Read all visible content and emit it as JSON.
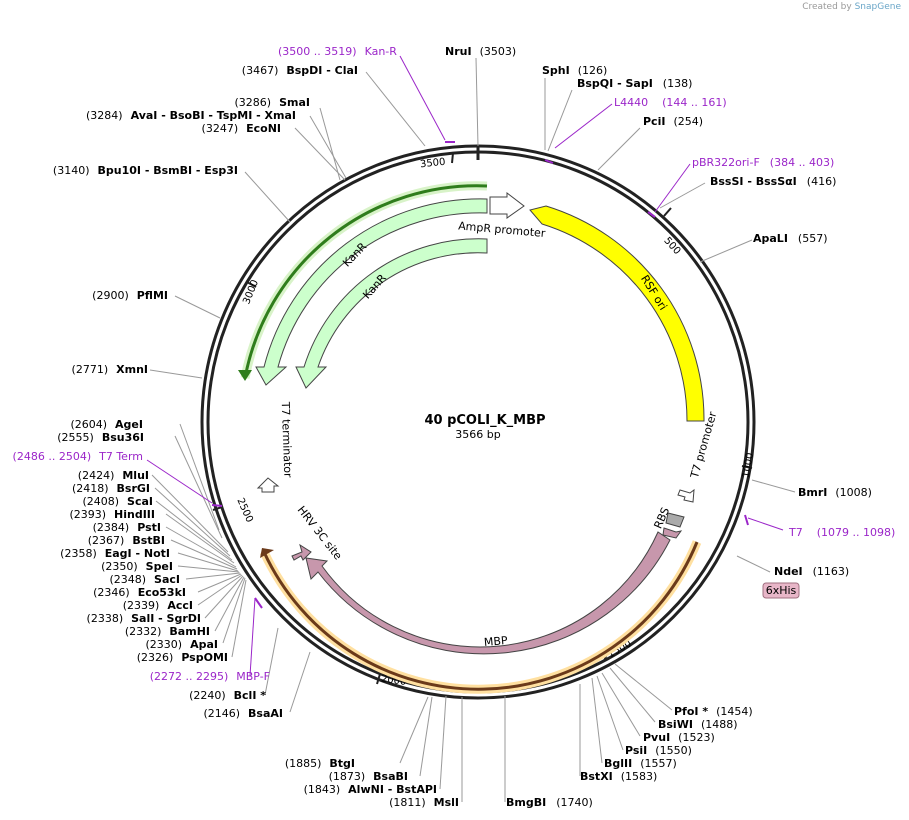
{
  "credit": {
    "prefix": "Created by",
    "brand": "SnapGene"
  },
  "plasmid": {
    "name": "40 pCOLI_K_MBP",
    "size": "3566 bp"
  },
  "ticks": [
    "500",
    "1000",
    "1500",
    "2000",
    "2500",
    "3000",
    "3500"
  ],
  "features": [
    {
      "id": "rsf",
      "label": "RSF ori",
      "color": "#ffff00"
    },
    {
      "id": "ampr",
      "label": "AmpR promoter",
      "color": "#ffffff"
    },
    {
      "id": "kanr1",
      "label": "KanR",
      "color": "#ccffcc"
    },
    {
      "id": "kanr2",
      "label": "KanR",
      "color": "#ccffcc"
    },
    {
      "id": "t7term",
      "label": "T7 terminator",
      "color": "#ffffff"
    },
    {
      "id": "hrv",
      "label": "HRV 3C site",
      "color": "#c797ac"
    },
    {
      "id": "mbp",
      "label": "MBP",
      "color": "#c797ac"
    },
    {
      "id": "t7prom",
      "label": "T7 promoter",
      "color": "#ffffff"
    },
    {
      "id": "rbs",
      "label": "RBS",
      "color": "#aaaaaa"
    },
    {
      "id": "his",
      "label": "6xHis",
      "color": "#c797ac"
    }
  ],
  "sites": [
    {
      "name": "NruI",
      "pos": "(3503)"
    },
    {
      "name": "SphI",
      "pos": "(126)"
    },
    {
      "name": "BspQI - SapI",
      "pos": "(138)"
    },
    {
      "name": "PciI",
      "pos": "(254)"
    },
    {
      "name": "BssSI - BssSαI",
      "pos": "(416)"
    },
    {
      "name": "ApaLI",
      "pos": "(557)"
    },
    {
      "name": "BmrI",
      "pos": "(1008)"
    },
    {
      "name": "NdeI",
      "pos": "(1163)"
    },
    {
      "name": "PfoI *",
      "pos": "(1454)"
    },
    {
      "name": "BsiWI",
      "pos": "(1488)"
    },
    {
      "name": "PvuI",
      "pos": "(1523)"
    },
    {
      "name": "PsiI",
      "pos": "(1550)"
    },
    {
      "name": "BglII",
      "pos": "(1557)"
    },
    {
      "name": "BstXI",
      "pos": "(1583)"
    },
    {
      "name": "BmgBI",
      "pos": "(1740)"
    },
    {
      "name": "MslI",
      "pos": "(1811)"
    },
    {
      "name": "AlwNI - BstAPI",
      "pos": "(1843)"
    },
    {
      "name": "BsaBI",
      "pos": "(1873)"
    },
    {
      "name": "BtgI",
      "pos": "(1885)"
    },
    {
      "name": "BsaAI",
      "pos": "(2146)"
    },
    {
      "name": "BclI *",
      "pos": "(2240)"
    },
    {
      "name": "PspOMI",
      "pos": "(2326)"
    },
    {
      "name": "ApaI",
      "pos": "(2330)"
    },
    {
      "name": "BamHI",
      "pos": "(2332)"
    },
    {
      "name": "SalI - SgrDI",
      "pos": "(2338)"
    },
    {
      "name": "AccI",
      "pos": "(2339)"
    },
    {
      "name": "Eco53kI",
      "pos": "(2346)"
    },
    {
      "name": "SacI",
      "pos": "(2348)"
    },
    {
      "name": "SpeI",
      "pos": "(2350)"
    },
    {
      "name": "EagI - NotI",
      "pos": "(2358)"
    },
    {
      "name": "BstBI",
      "pos": "(2367)"
    },
    {
      "name": "PstI",
      "pos": "(2384)"
    },
    {
      "name": "HindIII",
      "pos": "(2393)"
    },
    {
      "name": "ScaI",
      "pos": "(2408)"
    },
    {
      "name": "BsrGI",
      "pos": "(2418)"
    },
    {
      "name": "MluI",
      "pos": "(2424)"
    },
    {
      "name": "Bsu36I",
      "pos": "(2555)"
    },
    {
      "name": "AgeI",
      "pos": "(2604)"
    },
    {
      "name": "XmnI",
      "pos": "(2771)"
    },
    {
      "name": "PflMI",
      "pos": "(2900)"
    },
    {
      "name": "Bpu10I - BsmBI - Esp3I",
      "pos": "(3140)"
    },
    {
      "name": "EcoNI",
      "pos": "(3247)"
    },
    {
      "name": "AvaI - BsoBI - TspMI - XmaI",
      "pos": "(3284)"
    },
    {
      "name": "SmaI",
      "pos": "(3286)"
    },
    {
      "name": "BspDI - ClaI",
      "pos": "(3467)"
    }
  ],
  "primers": [
    {
      "name": "Kan-R",
      "range": "(3500 .. 3519)"
    },
    {
      "name": "L4440",
      "range": "(144 .. 161)"
    },
    {
      "name": "pBR322ori-F",
      "range": "(384 .. 403)"
    },
    {
      "name": "T7",
      "range": "(1079 .. 1098)"
    },
    {
      "name": "MBP-F",
      "range": "(2272 .. 2295)"
    },
    {
      "name": "T7 Term",
      "range": "(2486 .. 2504)"
    }
  ]
}
